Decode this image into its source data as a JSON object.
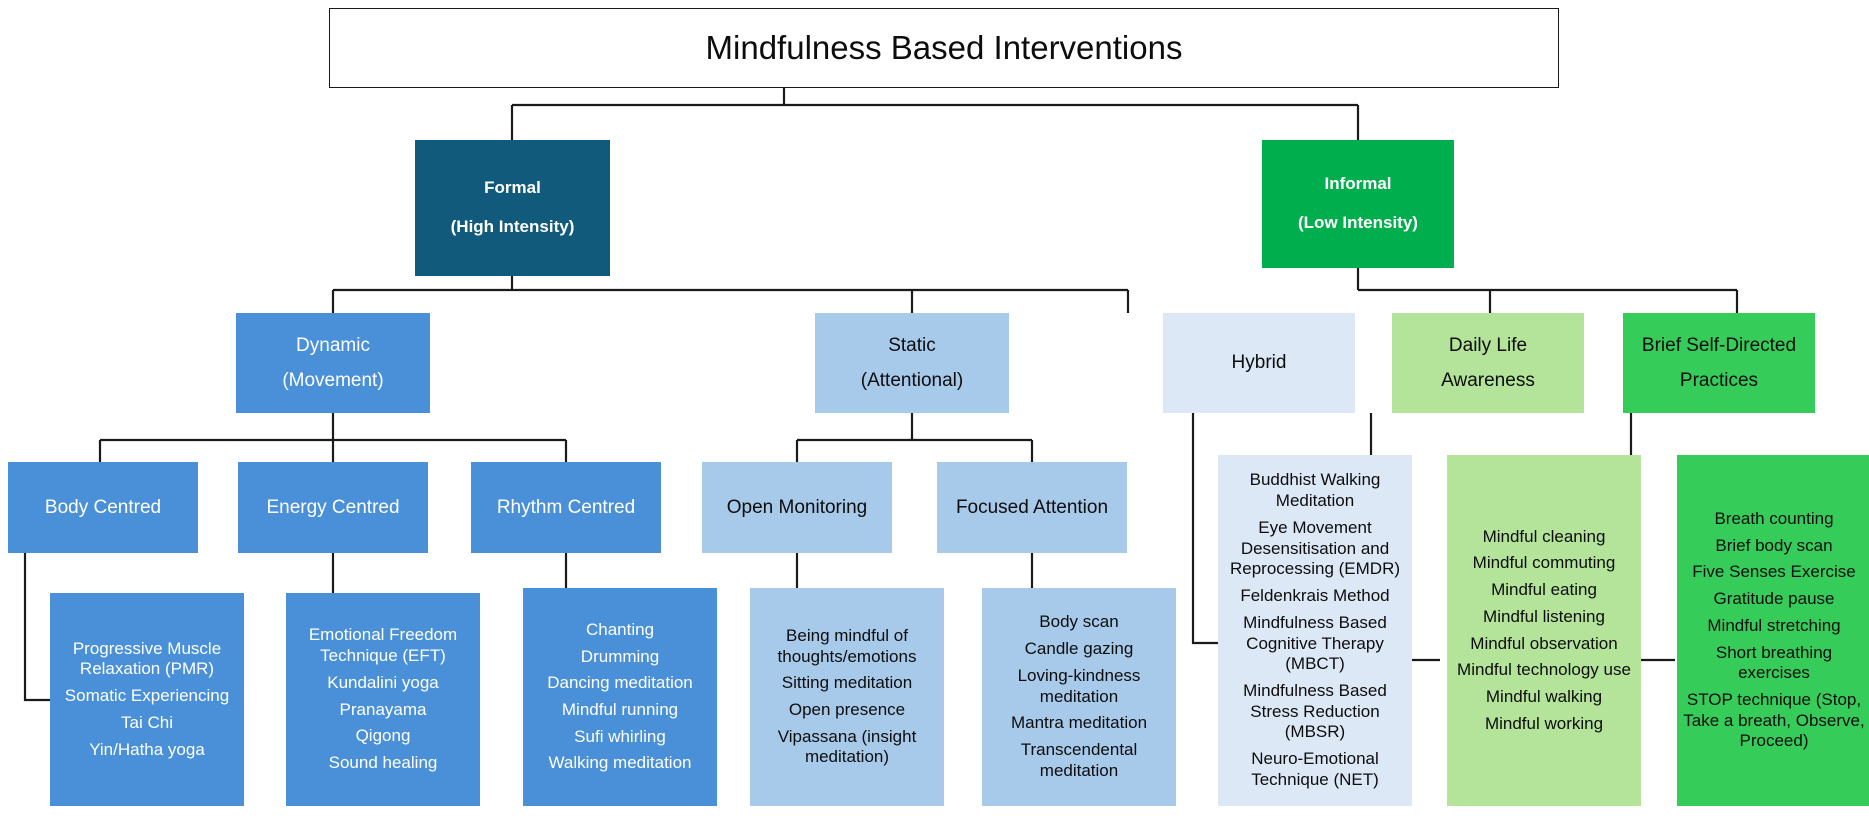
{
  "diagram": {
    "title": "Mindfulness Based Interventions",
    "type": "hierarchy-tree",
    "colors": {
      "root_bg": "#ffffff",
      "root_border": "#1a1a1a",
      "formal_dark_blue": "#125a7c",
      "informal_green": "#00ae4d",
      "mid_blue": "#4a90d9",
      "light_blue": "#a8caea",
      "pale_blue": "#dce8f6",
      "light_green": "#b4e39a",
      "bright_green": "#35cc5a",
      "connector": "#1a1a1a"
    }
  },
  "root": {
    "label": "Mindfulness Based Interventions"
  },
  "level2": {
    "formal": {
      "line1": "Formal",
      "line2": "(High Intensity)"
    },
    "informal": {
      "line1": "Informal",
      "line2": "(Low Intensity)"
    }
  },
  "level3": {
    "dynamic": {
      "line1": "Dynamic",
      "line2": "(Movement)"
    },
    "static": {
      "line1": "Static",
      "line2": "(Attentional)"
    },
    "hybrid": {
      "line1": "Hybrid"
    },
    "daily_life": {
      "line1": "Daily Life",
      "line2": "Awareness"
    },
    "brief_self_directed": {
      "line1": "Brief Self-Directed",
      "line2": "Practices"
    }
  },
  "level4": {
    "body_centred": "Body Centred",
    "energy_centred": "Energy Centred",
    "rhythm_centred": "Rhythm Centred",
    "open_monitoring": "Open Monitoring",
    "focused_attention": "Focused Attention"
  },
  "leaves": {
    "body_centred_items": [
      "Progressive Muscle Relaxation (PMR)",
      "Somatic Experiencing",
      "Tai Chi",
      "Yin/Hatha yoga"
    ],
    "energy_centred_items": [
      "Emotional Freedom Technique (EFT)",
      "Kundalini yoga",
      "Pranayama",
      "Qigong",
      "Sound healing"
    ],
    "rhythm_centred_items": [
      "Chanting",
      "Drumming",
      "Dancing meditation",
      "Mindful running",
      "Sufi whirling",
      "Walking meditation"
    ],
    "open_monitoring_items": [
      "Being mindful of thoughts/emotions",
      "Sitting meditation",
      "Open presence",
      "Vipassana (insight meditation)"
    ],
    "focused_attention_items": [
      "Body scan",
      "Candle gazing",
      "Loving-kindness meditation",
      "Mantra meditation",
      "Transcendental meditation"
    ],
    "hybrid_items": [
      "Buddhist Walking Meditation",
      "Eye Movement Desensitisation and Reprocessing (EMDR)",
      "Feldenkrais Method",
      "Mindfulness Based Cognitive Therapy (MBCT)",
      "Mindfulness Based Stress Reduction (MBSR)",
      "Neuro-Emotional Technique (NET)"
    ],
    "daily_life_items": [
      "Mindful cleaning",
      "Mindful commuting",
      "Mindful eating",
      "Mindful listening",
      "Mindful observation",
      "Mindful technology use",
      "Mindful walking",
      "Mindful working"
    ],
    "brief_self_directed_items": [
      "Breath counting",
      "Brief body scan",
      "Five Senses Exercise",
      "Gratitude pause",
      "Mindful stretching",
      "Short breathing exercises",
      "STOP technique (Stop, Take a breath, Observe, Proceed)"
    ]
  }
}
